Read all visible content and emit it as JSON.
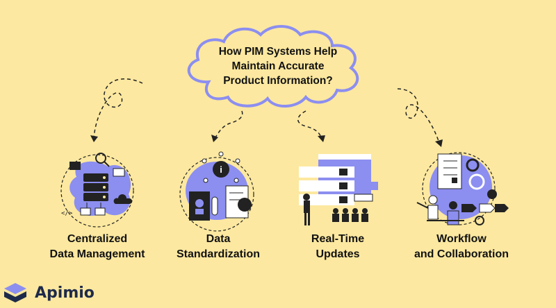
{
  "title_lines": [
    "How PIM Systems Help",
    "Maintain Accurate",
    "Product Information?"
  ],
  "features": [
    {
      "lines": [
        "Centralized",
        "Data Management"
      ],
      "icon": "database-network-icon"
    },
    {
      "lines": [
        "Data",
        "Standardization"
      ],
      "icon": "standardization-icon"
    },
    {
      "lines": [
        "Real-Time",
        "Updates"
      ],
      "icon": "realtime-dashboard-icon"
    },
    {
      "lines": [
        "Workflow",
        "and Collaboration"
      ],
      "icon": "workflow-icon"
    }
  ],
  "brand": {
    "name": "Apimio",
    "icon": "apimio-logo-icon"
  },
  "colors": {
    "background": "#fce8a0",
    "accent": "#8c8ef0",
    "ink": "#111111",
    "brand": "#1e2a4a"
  }
}
